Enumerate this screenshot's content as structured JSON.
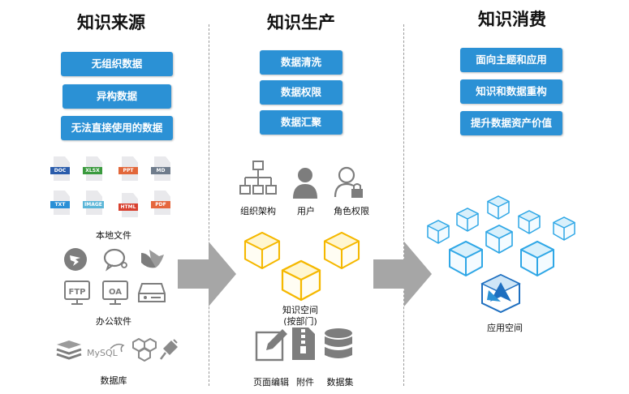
{
  "columns": {
    "source": {
      "title": "知识来源",
      "tags": [
        "无组织数据",
        "异构数据",
        "无法直接使用的数据"
      ],
      "file_types": [
        "DOC",
        "XLSX",
        "PPT",
        "MD",
        "TXT",
        "IMAGE",
        "HTML",
        "PDF"
      ],
      "file_colors": [
        "#2a5cab",
        "#3a9a3e",
        "#e2673a",
        "#6f7c8c",
        "#2a8fd6",
        "#5bb6d8",
        "#d8402f",
        "#e5673e"
      ],
      "local_files_label": "本地文件",
      "office_label": "办公软件",
      "office_icons": [
        "dingtalk-icon",
        "wechat-work-icon",
        "feishu-icon",
        "ftp-icon",
        "oa-icon",
        "storage-icon"
      ],
      "office_icon_texts": {
        "ftp": "FTP",
        "oa": "OA"
      },
      "db_label": "数据库",
      "db_texts": {
        "mysql": "MySQL"
      }
    },
    "production": {
      "title": "知识生产",
      "tags": [
        "数据清洗",
        "数据权限",
        "数据汇聚"
      ],
      "org_label": "组织架构",
      "user_label": "用户",
      "role_label": "角色权限",
      "space_label_line1": "知识空间",
      "space_label_line2": "(按部门)",
      "edit_label": "页面编辑",
      "attachment_label": "附件",
      "dataset_label": "数据集"
    },
    "consumption": {
      "title": "知识消费",
      "tags": [
        "面向主题和应用",
        "知识和数据重构",
        "提升数据资产价值"
      ],
      "app_space_label": "应用空间"
    }
  },
  "colors": {
    "pill_blue": "#2b91d5",
    "cube_yellow": "#f5b800",
    "cube_blue": "#2fa7e6",
    "arrow_gray": "#a6a6a6",
    "icon_gray": "#7d7d7d"
  }
}
